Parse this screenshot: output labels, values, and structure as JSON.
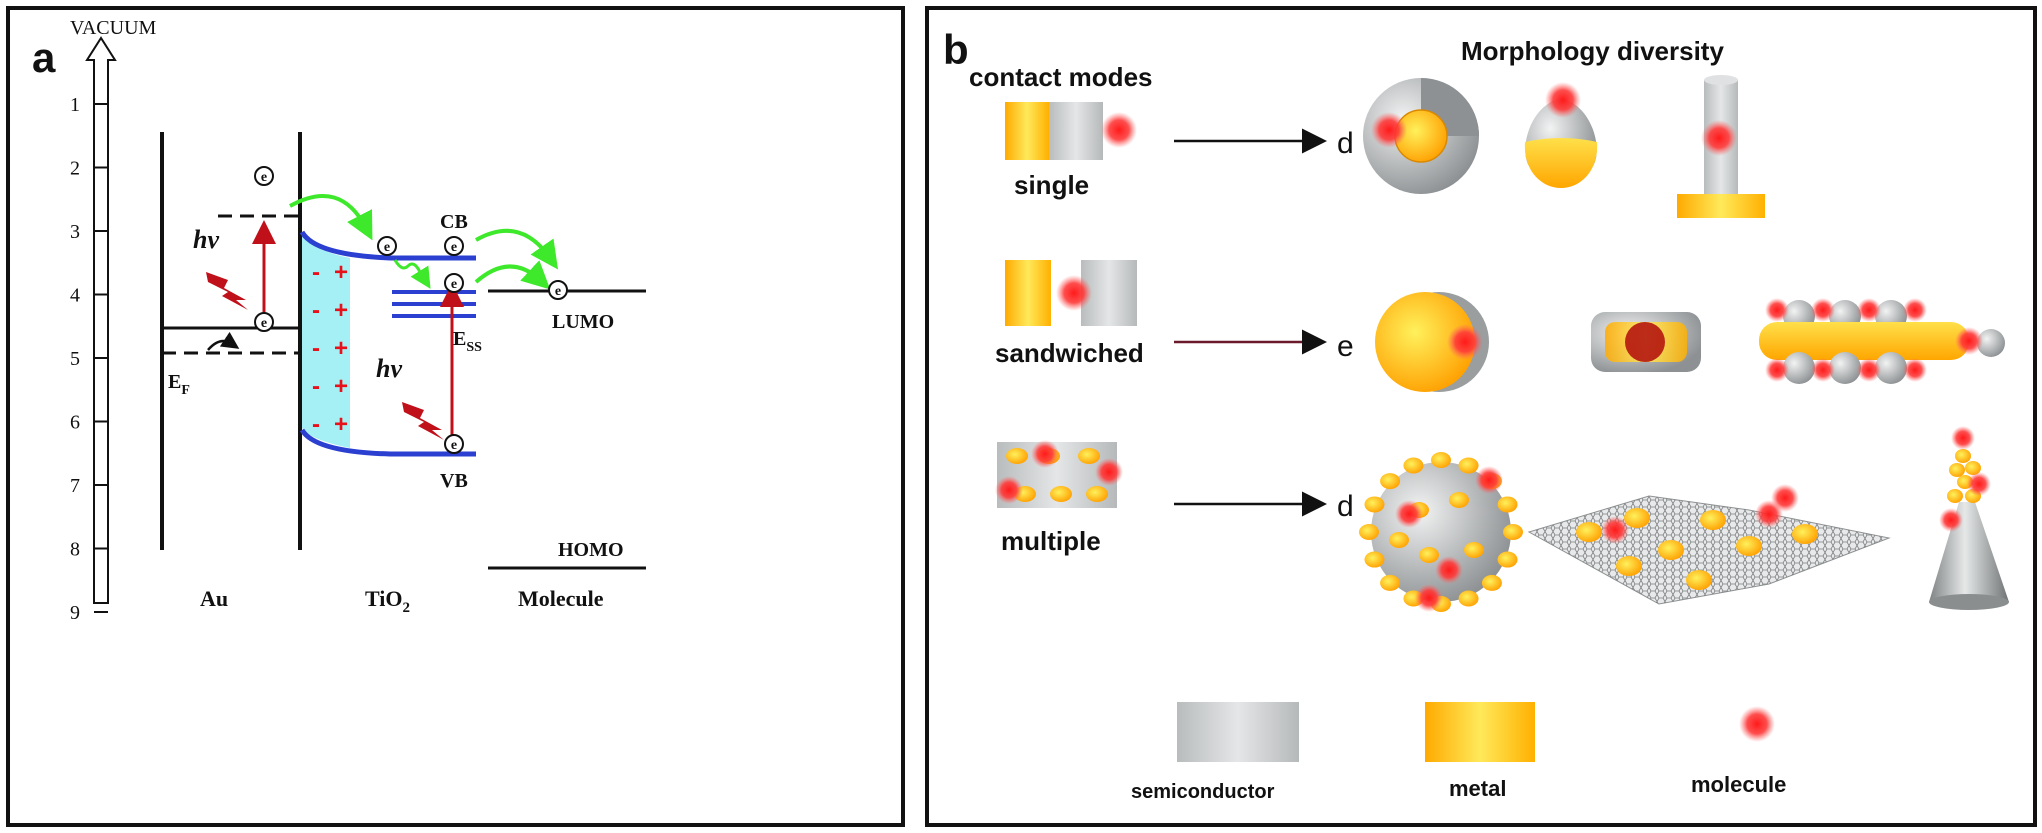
{
  "panel_a": {
    "letter": "a",
    "vacuum_label": "VACUUM",
    "axis_ticks": [
      "1",
      "2",
      "3",
      "4",
      "5",
      "6",
      "7",
      "8",
      "9"
    ],
    "hv_label": "hv",
    "electron_symbol": "e",
    "ef_label": "E",
    "ef_sub": "F",
    "cb_label": "CB",
    "vb_label": "VB",
    "ess_label": "E",
    "ess_sub": "SS",
    "lumo_label": "LUMO",
    "homo_label": "HOMO",
    "au_label": "Au",
    "tio2_label": "TiO",
    "tio2_sub": "2",
    "molecule_label": "Molecule",
    "minus_sign": "-",
    "plus_sign": "+"
  },
  "panel_b": {
    "letter": "b",
    "contact_modes_title": "contact modes",
    "morphology_title": "Morphology diversity",
    "row_single": "single",
    "row_sandwiched": "sandwiched",
    "row_multiple": "multiple",
    "arrow_single_letter": "d",
    "arrow_sandwiched_letter": "e",
    "arrow_multiple_letter": "d",
    "legend_semiconductor": "semiconductor",
    "legend_metal": "metal",
    "legend_molecule": "molecule"
  },
  "colors": {
    "band_blue": "#2b3fd1",
    "depletion_cyan": "#a5f0f5",
    "arrow_red": "#c0101a",
    "arrow_green": "#3ee82a",
    "metal_gold": "#ffc21a",
    "semiconductor_gray": "#c9cccd",
    "molecule_red": "#ff2a2a"
  }
}
